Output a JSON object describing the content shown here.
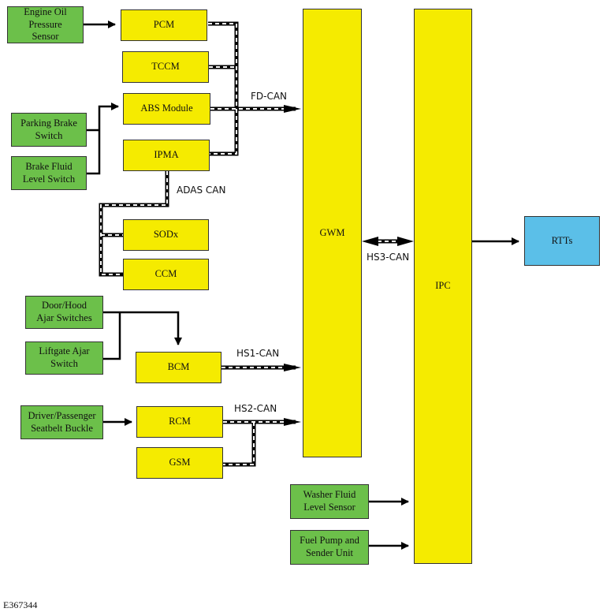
{
  "modules": {
    "pcm": "PCM",
    "tccm": "TCCM",
    "abs": "ABS Module",
    "ipma": "IPMA",
    "sodx": "SODx",
    "ccm": "CCM",
    "bcm": "BCM",
    "rcm": "RCM",
    "gsm": "GSM",
    "gwm": "GWM",
    "ipc": "IPC",
    "rtts": "RTTs"
  },
  "inputs": {
    "engine_oil": "Engine Oil\nPressure\nSensor",
    "parking_brake": "Parking Brake\nSwitch",
    "brake_fluid": "Brake Fluid\nLevel Switch",
    "door_hood": "Door/Hood\nAjar Switches",
    "liftgate": "Liftgate Ajar\nSwitch",
    "seatbelt": "Driver/Passenger\nSeatbelt Buckle",
    "washer": "Washer Fluid\nLevel Sensor",
    "fuel_pump": "Fuel Pump and\nSender Unit"
  },
  "buses": {
    "fd_can": "FD-CAN",
    "adas_can": "ADAS CAN",
    "hs1_can": "HS1-CAN",
    "hs2_can": "HS2-CAN",
    "hs3_can": "HS3-CAN"
  },
  "figure_id": "E367344",
  "colors": {
    "module_yellow": "#f5eb00",
    "input_green": "#6cc04a",
    "output_blue": "#5bbfe8"
  }
}
